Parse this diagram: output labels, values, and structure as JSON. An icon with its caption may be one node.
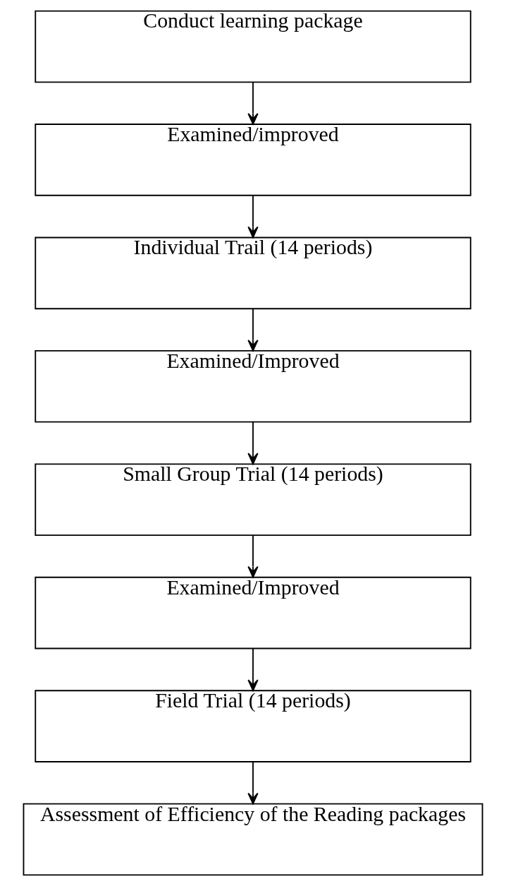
{
  "diagram": {
    "nodes": [
      {
        "text": [
          "Conduct learning package"
        ]
      },
      {
        "text": [
          "Examined/improved"
        ]
      },
      {
        "text": [
          "Individual Trail (14 periods)"
        ]
      },
      {
        "text": [
          "Examined/Improved"
        ]
      },
      {
        "text": [
          "Small Group Trial (14 periods)"
        ]
      },
      {
        "text": [
          "Examined/Improved"
        ]
      },
      {
        "text": [
          "Field Trial (14 periods)"
        ]
      },
      {
        "text": [
          "Assessment of Efficiency of the Reading packages"
        ]
      }
    ],
    "edges": [
      {
        "from": 0,
        "to": 1,
        "arrow": "to"
      },
      {
        "from": 1,
        "to": 2,
        "arrow": "to"
      },
      {
        "from": 2,
        "to": 3,
        "arrow": "to"
      },
      {
        "from": 3,
        "to": 4,
        "arrow": "to"
      },
      {
        "from": 4,
        "to": 5,
        "arrow": "to"
      },
      {
        "from": 5,
        "to": 6,
        "arrow": "to"
      },
      {
        "from": 6,
        "to": 7,
        "arrow": "to"
      }
    ]
  }
}
